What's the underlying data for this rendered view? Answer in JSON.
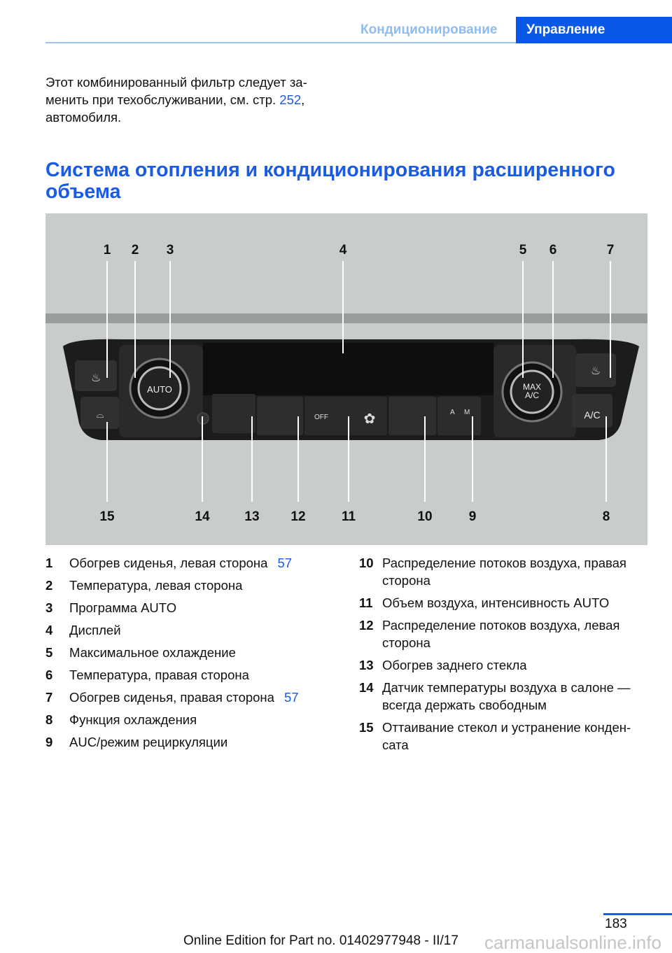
{
  "header": {
    "section": "Кондиционирование",
    "tab": "Управление"
  },
  "intro": {
    "text_before": "Этот комбинированный фильтр следует за-менить при техобслуживании, см. стр. ",
    "link": "252",
    "text_after": ", автомобиля."
  },
  "heading": "Система отопления и кондиционирования расширенного объема",
  "figure": {
    "callouts_top": [
      "1",
      "2",
      "3",
      "4",
      "5",
      "6",
      "7"
    ],
    "callouts_bottom": [
      "15",
      "14",
      "13",
      "12",
      "11",
      "10",
      "9",
      "8"
    ],
    "labels": {
      "auto": "AUTO",
      "max": "MAX",
      "ac_small": "A/C",
      "ac": "A/C",
      "off": "OFF",
      "a": "A",
      "m": "M"
    }
  },
  "legend_left": [
    {
      "n": "1",
      "text": "Обогрев сиденья, левая сторона",
      "page": "57"
    },
    {
      "n": "2",
      "text": "Температура, левая сторона"
    },
    {
      "n": "3",
      "text": "Программа AUTO"
    },
    {
      "n": "4",
      "text": "Дисплей"
    },
    {
      "n": "5",
      "text": "Максимальное охлаждение"
    },
    {
      "n": "6",
      "text": "Температура, правая сторона"
    },
    {
      "n": "7",
      "text": "Обогрев сиденья, правая сторона",
      "page": "57"
    },
    {
      "n": "8",
      "text": "Функция охлаждения"
    },
    {
      "n": "9",
      "text": "AUC/режим рециркуляции"
    }
  ],
  "legend_right": [
    {
      "n": "10",
      "l1": "Распределение потоков воздуха, правая",
      "l2": "сторона"
    },
    {
      "n": "11",
      "l1": "Объем воздуха, интенсивность AUTO"
    },
    {
      "n": "12",
      "l1": "Распределение потоков воздуха, левая",
      "l2": "сторона"
    },
    {
      "n": "13",
      "l1": "Обогрев заднего стекла"
    },
    {
      "n": "14",
      "l1": "Датчик температуры воздуха в салоне —",
      "l2": "всегда держать свободным"
    },
    {
      "n": "15",
      "l1": "Оттаивание стекол и устранение конден-",
      "l2": "сата"
    }
  ],
  "footer": {
    "page_number": "183",
    "edition": "Online Edition for Part no. 01402977948 - II/17",
    "watermark": "carmanualsonline.info"
  }
}
